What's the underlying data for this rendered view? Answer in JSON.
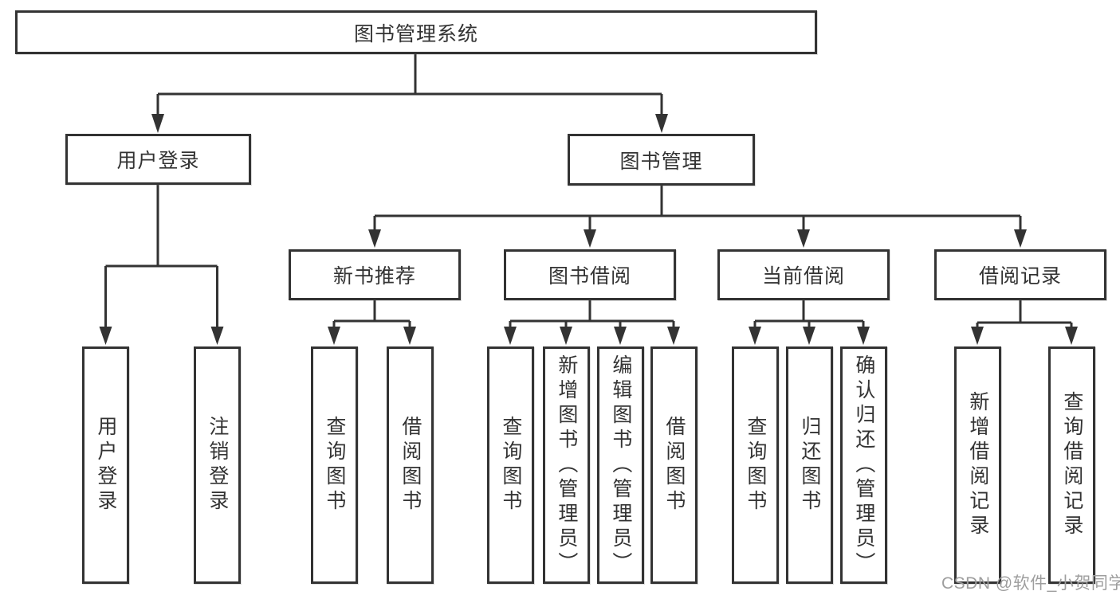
{
  "diagram": {
    "root": {
      "label": "图书管理系统"
    },
    "level2": [
      {
        "label": "用户登录"
      },
      {
        "label": "图书管理"
      }
    ],
    "level3": [
      {
        "label": "新书推荐"
      },
      {
        "label": "图书借阅"
      },
      {
        "label": "当前借阅"
      },
      {
        "label": "借阅记录"
      }
    ],
    "leaves": [
      {
        "label": "用户登录"
      },
      {
        "label": "注销登录"
      },
      {
        "label": "查询图书"
      },
      {
        "label": "借阅图书"
      },
      {
        "label": "查询图书"
      },
      {
        "label": "新增图书（管理员）"
      },
      {
        "label": "编辑图书（管理员）"
      },
      {
        "label": "借阅图书"
      },
      {
        "label": "查询图书"
      },
      {
        "label": "归还图书"
      },
      {
        "label": "确认归还（管理员）"
      },
      {
        "label": "新增借阅记录"
      },
      {
        "label": "查询借阅记录"
      }
    ]
  },
  "watermark": {
    "text": "CSDN @软件_小贺同学"
  },
  "colors": {
    "line": "#333333",
    "text": "#333333",
    "watermark": "#9e9e9e",
    "background": "#ffffff"
  }
}
